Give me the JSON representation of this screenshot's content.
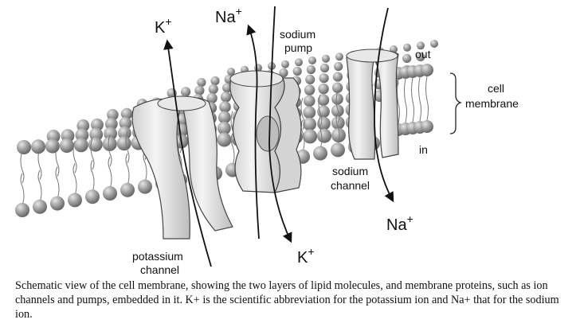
{
  "diagram": {
    "labels": {
      "k_top": "K",
      "na_top": "Na",
      "plus": "+",
      "sodium_pump_1": "sodium",
      "sodium_pump_2": "pump",
      "out": "out",
      "in": "in",
      "cell_membrane_1": "cell",
      "cell_membrane_2": "membrane",
      "sodium_channel_1": "sodium",
      "sodium_channel_2": "channel",
      "potassium_channel_1": "potassium",
      "potassium_channel_2": "channel",
      "na_bottom": "Na",
      "k_bottom": "K"
    }
  },
  "caption": "Schematic view of the cell membrane, showing the two layers of lipid molecules, and membrane proteins, such as ion channels and pumps, embedded in it. K+ is the scientific abbreviation for the potassium ion and Na+ that for the sodium ion."
}
